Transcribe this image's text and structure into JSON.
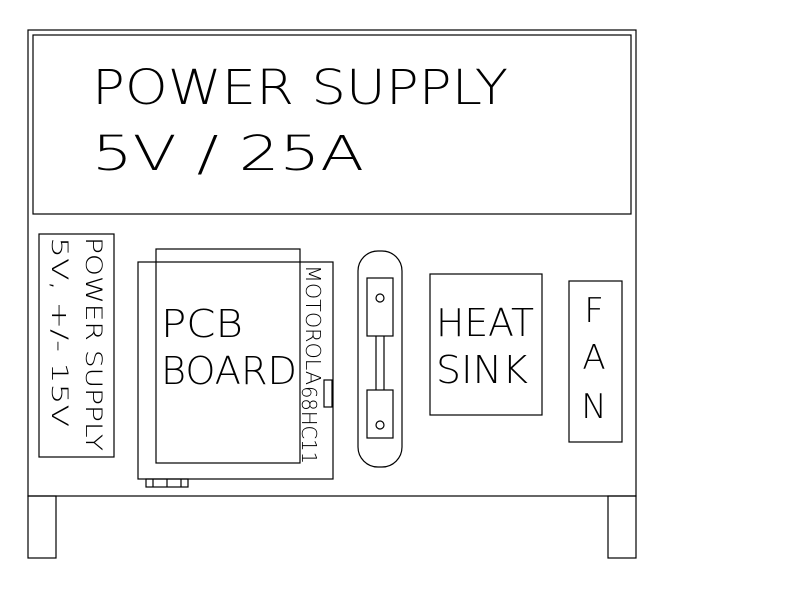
{
  "psu_main": {
    "line1": "POWER SUPPLY",
    "line2": "5V / 25A"
  },
  "psu_small": {
    "line1": "POWER SUPPLY",
    "line2": "5V, +/- 15V"
  },
  "pcb": {
    "line1": "PCB",
    "line2": "BOARD"
  },
  "mcu": {
    "line1": "MOTOROLA",
    "line2": "68HC11"
  },
  "heatsink": {
    "line1": "HEAT",
    "line2": "SINK"
  },
  "fan": {
    "l1": "F",
    "l2": "A",
    "l3": "N"
  },
  "colors": {
    "stroke": "#000000",
    "background": "#ffffff"
  }
}
